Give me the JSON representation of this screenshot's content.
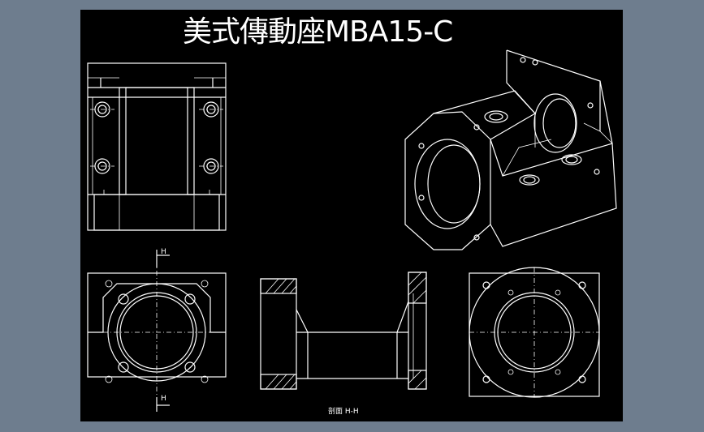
{
  "drawing": {
    "title": "美式傳動座MBA15-C",
    "section_caption": "剖面 H-H",
    "section_marker": "H"
  },
  "colors": {
    "background": "#6e7d8e",
    "sheet": "#000000",
    "line": "#ffffff"
  }
}
